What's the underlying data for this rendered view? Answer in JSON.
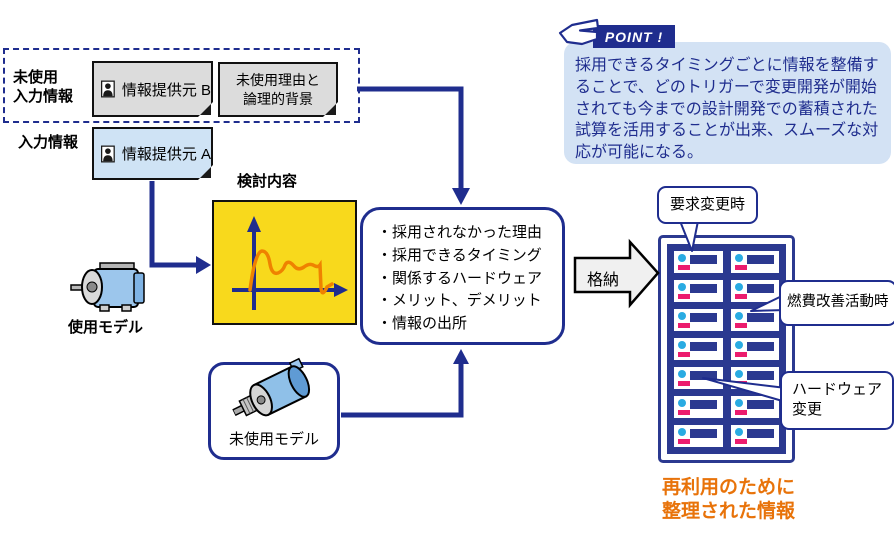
{
  "diagram": {
    "unused_group_label_line1": "未使用",
    "unused_group_label_line2": "入力情報",
    "input_label": "入力情報",
    "card_source_b": "情報提供元 B",
    "card_unused_reason_line1": "未使用理由と",
    "card_unused_reason_line2": "論理的背景",
    "card_source_a": "情報提供元 A",
    "review_label": "検討内容",
    "used_model_label": "使用モデル",
    "unused_model_label": "未使用モデル",
    "store_arrow_label": "格納"
  },
  "center_box": {
    "items": [
      "・採用されなかった理由",
      "・採用できるタイミング",
      "・関係するハードウェア",
      "・メリット、デメリット",
      "・情報の出所"
    ]
  },
  "point_callout": {
    "badge": "POINT !",
    "body": "採用できるタイミングごとに情報を整備することで、どのトリガーで変更開発が開始されても今までの設計開発での蓄積された試算を活用することが出来、スムーズな対応が可能になる。"
  },
  "storage": {
    "rows": 7,
    "cols": 2,
    "callout_requirement_change": "要求変更時",
    "callout_fuel_improvement": "燃費改善活動時",
    "callout_hardware_change_line1": "ハードウェア",
    "callout_hardware_change_line2": "変更",
    "caption_line1": "再利用のために",
    "caption_line2": "整理された情報"
  },
  "colors": {
    "navy": "#1f2d8e",
    "grid_navy": "#2b3990",
    "cyan_dot": "#29abe2",
    "magenta_bar": "#ec1c6e",
    "panel_blue": "#d3e2f4",
    "card_blue": "#cfe3f5",
    "card_gray": "#dcdcdc",
    "yellow": "#f8d91c",
    "curve_orange": "#ef8200",
    "caption_orange": "#e8730a"
  }
}
